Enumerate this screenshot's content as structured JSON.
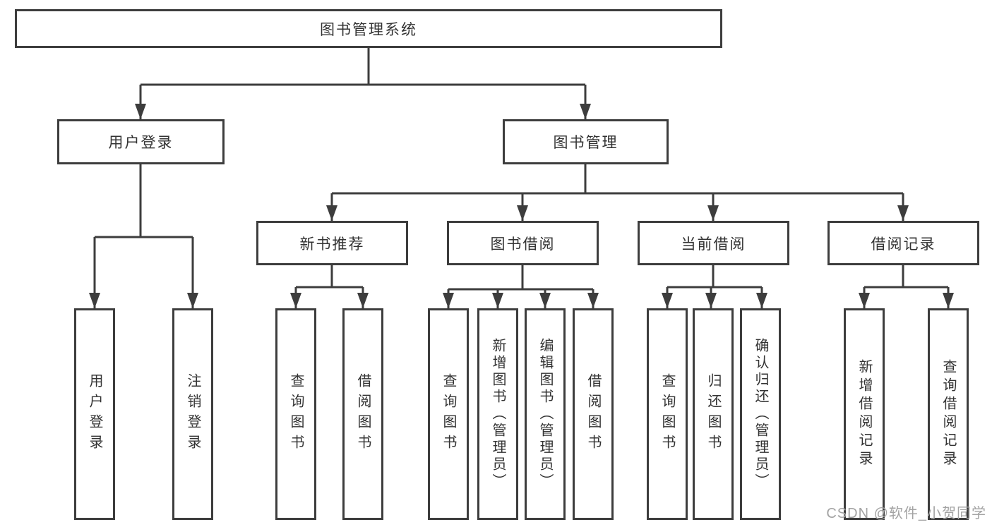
{
  "diagram": {
    "root": {
      "label": "图书管理系统"
    },
    "level2": [
      {
        "label": "用户登录"
      },
      {
        "label": "图书管理"
      }
    ],
    "level3": [
      {
        "label": "新书推荐"
      },
      {
        "label": "图书借阅"
      },
      {
        "label": "当前借阅"
      },
      {
        "label": "借阅记录"
      }
    ],
    "leaves": [
      {
        "label": "用户登录"
      },
      {
        "label": "注销登录"
      },
      {
        "label": "查询图书"
      },
      {
        "label": "借阅图书"
      },
      {
        "label": "查询图书"
      },
      {
        "label": "新增图书（管理员）"
      },
      {
        "label": "编辑图书（管理员）"
      },
      {
        "label": "借阅图书"
      },
      {
        "label": "查询图书"
      },
      {
        "label": "归还图书"
      },
      {
        "label": "确认归还（管理员）"
      },
      {
        "label": "新增借阅记录"
      },
      {
        "label": "查询借阅记录"
      }
    ]
  },
  "colors": {
    "line": "#3d3d3d",
    "text": "#333333",
    "watermark": "#a3a3a3"
  },
  "watermark": "CSDN @软件_小贺同学"
}
